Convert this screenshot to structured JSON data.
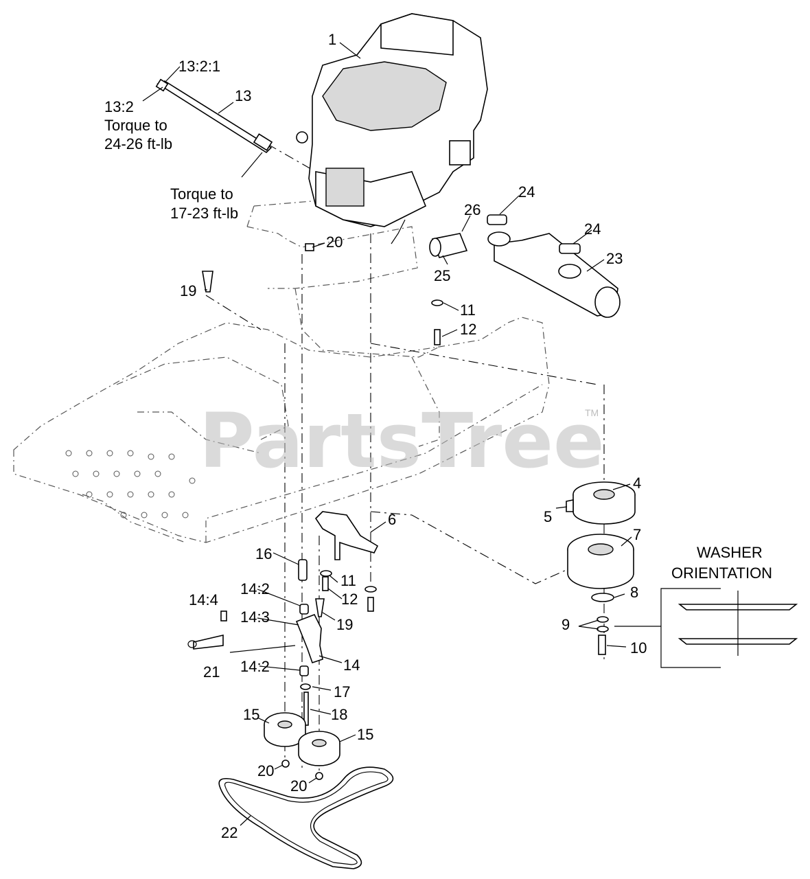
{
  "watermark": {
    "text": "PartsTree",
    "trademark": "TM"
  },
  "notes": {
    "torque_upper_line1": "Torque to",
    "torque_upper_line2": "24-26 ft-lb",
    "torque_lower_line1": "Torque to",
    "torque_lower_line2": "17-23 ft-lb",
    "washer_line1": "WASHER",
    "washer_line2": "ORIENTATION"
  },
  "callouts": {
    "c1": "1",
    "c13_2_1": "13:2:1",
    "c13_2": "13:2",
    "c13": "13",
    "c24a": "24",
    "c24b": "24",
    "c26": "26",
    "c25": "25",
    "c23": "23",
    "c20a": "20",
    "c19a": "19",
    "c11a": "11",
    "c12a": "12",
    "c4": "4",
    "c5": "5",
    "c6": "6",
    "c7": "7",
    "c8": "8",
    "c9": "9",
    "c10": "10",
    "c16": "16",
    "c11b": "11",
    "c12b": "12",
    "c14_2a": "14:2",
    "c14_3": "14:3",
    "c14_4": "14:4",
    "c19b": "19",
    "c14": "14",
    "c21": "21",
    "c14_2b": "14:2",
    "c17": "17",
    "c18": "18",
    "c15a": "15",
    "c15b": "15",
    "c20b": "20",
    "c20c": "20",
    "c22": "22"
  }
}
